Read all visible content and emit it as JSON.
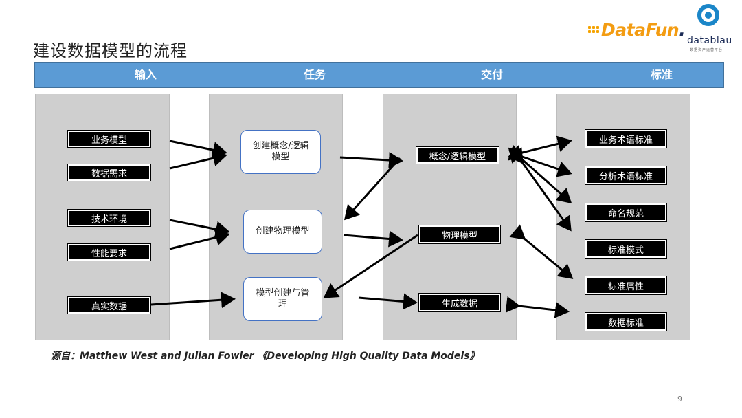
{
  "title": "建设数据模型的流程",
  "logos": {
    "datafun": {
      "text_main": "DataFun",
      "text_dot": "."
    },
    "datablau": {
      "name": "datablau",
      "subtitle": "数据资产运营平台"
    }
  },
  "header": [
    "输入",
    "任务",
    "交付",
    "标准"
  ],
  "inputs": [
    "业务模型",
    "数据需求",
    "技术环境",
    "性能要求",
    "真实数据"
  ],
  "tasks": [
    "创建概念/逻辑模型",
    "创建物理模型",
    "模型创建与管理"
  ],
  "deliverables": [
    "概念/逻辑模型",
    "物理模型",
    "生成数据"
  ],
  "standards": [
    "业务术语标准",
    "分析术语标准",
    "命名规范",
    "标准模式",
    "标准属性",
    "数据标准"
  ],
  "source": "源自：Matthew West and Julian Fowler 《Developing High Quality Data Models》",
  "page_number": "9",
  "colors": {
    "header": "#5b9bd5",
    "column": "#cfcfcf",
    "task_border": "#4472c4",
    "tag": "#000000"
  }
}
